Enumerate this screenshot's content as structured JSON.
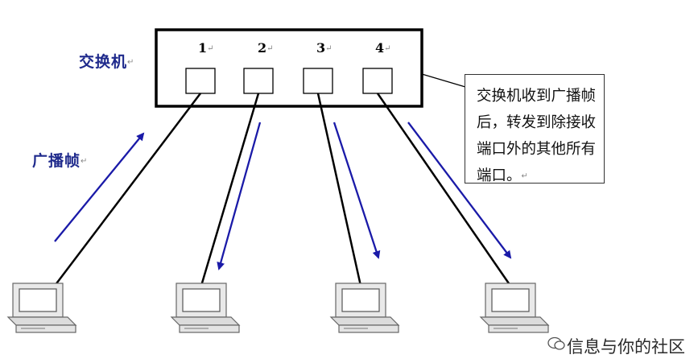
{
  "switch": {
    "label": "交换机",
    "ports": [
      {
        "number": "1"
      },
      {
        "number": "2"
      },
      {
        "number": "3"
      },
      {
        "number": "4"
      }
    ]
  },
  "broadcast_label": "广播帧",
  "callout": {
    "text": "交换机收到广播帧后，转发到除接收端口外的其他所有端口。"
  },
  "watermark": {
    "text": "信息与你的社区",
    "icon": "chat-bubble-icon"
  },
  "colors": {
    "arrow": "#1a1aa8",
    "label": "#1f2a8c",
    "line": "#000000",
    "computer_body": "#e9e9e9"
  }
}
